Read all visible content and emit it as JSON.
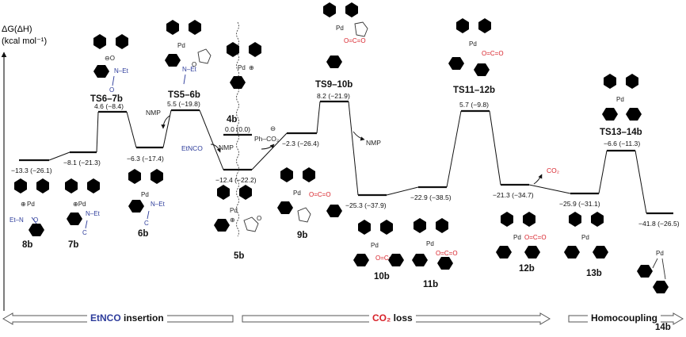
{
  "axis": {
    "label_line1": "ΔG(ΔH)",
    "label_line2": "(kcal mol⁻¹)"
  },
  "levels": [
    {
      "id": "8b",
      "label": "8b",
      "energy": "−13.3 (−26.1)"
    },
    {
      "id": "7b",
      "label": "7b",
      "energy": "−8.1 (−21.3)"
    },
    {
      "id": "TS6-7b",
      "label": "TS6–7b",
      "energy": "4.6 (−8.4)"
    },
    {
      "id": "6b",
      "label": "6b",
      "energy": "−6.3 (−17.4)"
    },
    {
      "id": "TS5-6b",
      "label": "TS5–6b",
      "energy": "5.5 (−19.8)"
    },
    {
      "id": "4b",
      "label": "4b",
      "energy": "0.0 (0.0)"
    },
    {
      "id": "5b",
      "label": "5b",
      "energy": "−12.4 (−22.2)"
    },
    {
      "id": "9b",
      "label": "9b",
      "energy": "−2.3 (−26.4)"
    },
    {
      "id": "TS9-10b",
      "label": "TS9–10b",
      "energy": "8.2 (−21.9)"
    },
    {
      "id": "10b",
      "label": "10b",
      "energy": "−25.3 (−37.9)"
    },
    {
      "id": "11b",
      "label": "11b",
      "energy": "−22.9 (−38.5)"
    },
    {
      "id": "TS11-12b",
      "label": "TS11–12b",
      "energy": "5.7 (−9.8)"
    },
    {
      "id": "12b",
      "label": "12b",
      "energy": "−21.3 (−34.7)"
    },
    {
      "id": "13b",
      "label": "13b",
      "energy": "−25.9 (−31.1)"
    },
    {
      "id": "TS13-14b",
      "label": "TS13–14b",
      "energy": "−6.6 (−11.3)"
    },
    {
      "id": "14b",
      "label": "14b",
      "energy": "−41.8 (−26.5)"
    }
  ],
  "annotations": {
    "nmp_1": "NMP",
    "nmp_2": "NMP",
    "nmp_3": "NMP",
    "etnco": "EtNCO",
    "co2": "CO₂",
    "benzoate": "Ph–CO₂",
    "minus": "⊖"
  },
  "atoms": {
    "pd": "Pd",
    "n": "N",
    "o": "O",
    "c": "C",
    "et": "Et",
    "etn": "Et–N",
    "plus": "⊕",
    "oplus": "⊕Pd",
    "ominus": "⊖O",
    "n_et": "N–Et",
    "o_c_o": "O=C=O"
  },
  "sections": [
    {
      "prefix": "EtNCO",
      "suffix": " insertion",
      "prefix_color": "#2d3c9b"
    },
    {
      "prefix": "CO₂",
      "suffix": " loss",
      "prefix_color": "#d8222a"
    },
    {
      "prefix": "",
      "suffix": "Homocoupling",
      "prefix_color": "#111111"
    }
  ],
  "colors": {
    "red": "#d8222a",
    "blue": "#2d3c9b",
    "black": "#111111"
  }
}
